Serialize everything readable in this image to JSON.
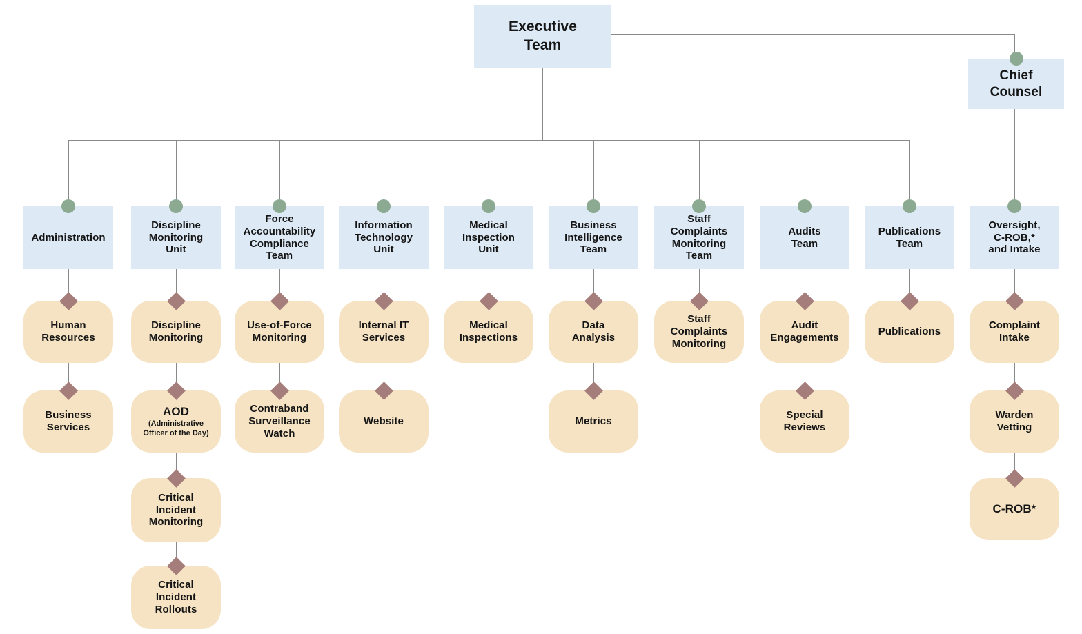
{
  "diagram_type": "org-chart",
  "colors": {
    "unit_box_blue": "#ddeaf6",
    "subunit_box_tan": "#f5e3c3",
    "dot_green": "#8caa91",
    "diamond_mauve": "#a57e7c",
    "line_gray": "#898989",
    "text": "#151515"
  },
  "root": {
    "label": "Executive\nTeam"
  },
  "chief_counsel": {
    "label": "Chief\nCounsel"
  },
  "columns": [
    {
      "unit": {
        "label": "Administration"
      },
      "children": [
        {
          "label": "Human\nResources"
        },
        {
          "label": "Business\nServices"
        }
      ]
    },
    {
      "unit": {
        "label": "Discipline\nMonitoring\nUnit"
      },
      "children": [
        {
          "label": "Discipline\nMonitoring"
        },
        {
          "label": "AOD",
          "sublabel": "(Administrative\nOfficer of the Day)"
        },
        {
          "label": "Critical\nIncident\nMonitoring"
        },
        {
          "label": "Critical\nIncident\nRollouts"
        }
      ]
    },
    {
      "unit": {
        "label": "Force\nAccountability\nCompliance\nTeam"
      },
      "children": [
        {
          "label": "Use-of-Force\nMonitoring"
        },
        {
          "label": "Contraband\nSurveillance\nWatch"
        }
      ]
    },
    {
      "unit": {
        "label": "Information\nTechnology\nUnit"
      },
      "children": [
        {
          "label": "Internal IT\nServices"
        },
        {
          "label": "Website"
        }
      ]
    },
    {
      "unit": {
        "label": "Medical\nInspection\nUnit"
      },
      "children": [
        {
          "label": "Medical\nInspections"
        }
      ]
    },
    {
      "unit": {
        "label": "Business\nIntelligence\nTeam"
      },
      "children": [
        {
          "label": "Data\nAnalysis"
        },
        {
          "label": "Metrics"
        }
      ]
    },
    {
      "unit": {
        "label": "Staff\nComplaints\nMonitoring\nTeam"
      },
      "children": [
        {
          "label": "Staff\nComplaints\nMonitoring"
        }
      ]
    },
    {
      "unit": {
        "label": "Audits\nTeam"
      },
      "children": [
        {
          "label": "Audit\nEngagements"
        },
        {
          "label": "Special\nReviews"
        }
      ]
    },
    {
      "unit": {
        "label": "Publications\nTeam"
      },
      "children": [
        {
          "label": "Publications"
        }
      ]
    },
    {
      "unit": {
        "label": "Oversight,\nC-ROB,*\nand Intake"
      },
      "children": [
        {
          "label": "Complaint\nIntake"
        },
        {
          "label": "Warden\nVetting"
        },
        {
          "label": "C-ROB*"
        }
      ]
    }
  ]
}
